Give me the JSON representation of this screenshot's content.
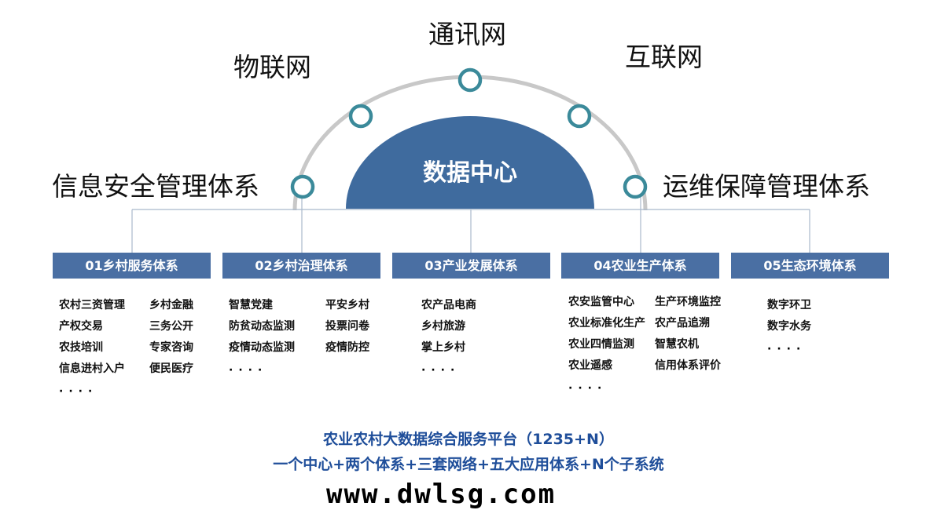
{
  "center": "数据中心",
  "networks": [
    "物联网",
    "通讯网",
    "互联网"
  ],
  "left_system": "信息安全管理体系",
  "right_system": "运维保障管理体系",
  "colors": {
    "box": "#4a6fa3",
    "center": "#3f6b9e",
    "ring": "#3b8a9a",
    "arc": "#c8c8c8",
    "footer": "#1f4e9a"
  },
  "systems": [
    {
      "title": "01乡村服务体系",
      "items": [
        "农村三资管理",
        "乡村金融",
        "产权交易",
        "三务公开",
        "农技培训",
        "专家咨询",
        "信息进村入户",
        "便民医疗"
      ],
      "more": "····"
    },
    {
      "title": "02乡村治理体系",
      "items": [
        "智慧党建",
        "平安乡村",
        "防贫动态监测",
        "投票问卷",
        "疫情动态监测",
        "疫情防控"
      ],
      "more": "····"
    },
    {
      "title": "03产业发展体系",
      "items": [
        "农产品电商",
        "乡村旅游",
        "掌上乡村"
      ],
      "more": "····"
    },
    {
      "title": "04农业生产体系",
      "items": [
        "农安监管中心",
        "生产环境监控",
        "农业标准化生产",
        "农产品追溯",
        "农业四情监测",
        "智慧农机",
        "农业遥感",
        "信用体系评价"
      ],
      "more": "····"
    },
    {
      "title": "05生态环境体系",
      "items": [
        "数字环卫",
        "数字水务"
      ],
      "more": "····"
    }
  ],
  "footer": {
    "line1": "农业农村大数据综合服务平台（1235+N）",
    "line2": "一个中心+两个体系+三套网络+五大应用体系+N个子系统"
  },
  "watermark": "www.dwlsg.com"
}
